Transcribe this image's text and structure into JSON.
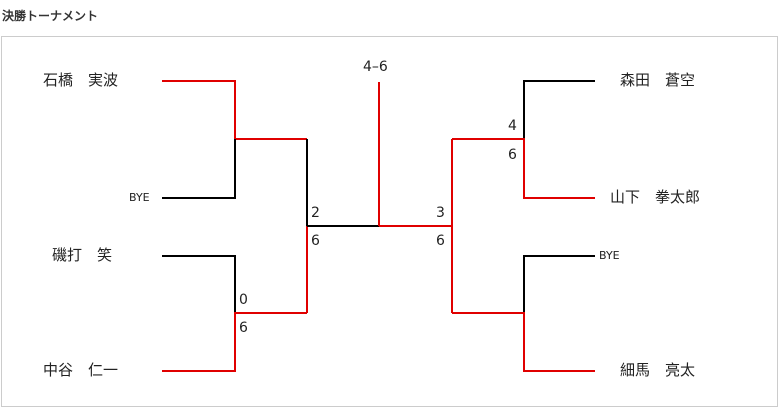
{
  "title": "決勝トーナメント",
  "colors": {
    "winner_line": "#e00000",
    "loser_line": "#000000",
    "border": "#cccccc"
  },
  "players": {
    "left_1": "石橋　実波",
    "left_bye": "BYE",
    "left_3": "磯打　笑",
    "left_4": "中谷　仁一",
    "right_1": "森田　蒼空",
    "right_2": "山下　拳太郎",
    "right_bye": "BYE",
    "right_4": "細馬　亮太"
  },
  "scores": {
    "left_r1_bottom_top": "0",
    "left_r1_bottom_bottom": "6",
    "left_semi_top": "2",
    "left_semi_bottom": "6",
    "right_r1_top_top": "4",
    "right_r1_top_bottom": "6",
    "right_semi_top": "3",
    "right_semi_bottom": "6",
    "final": "4–6"
  }
}
